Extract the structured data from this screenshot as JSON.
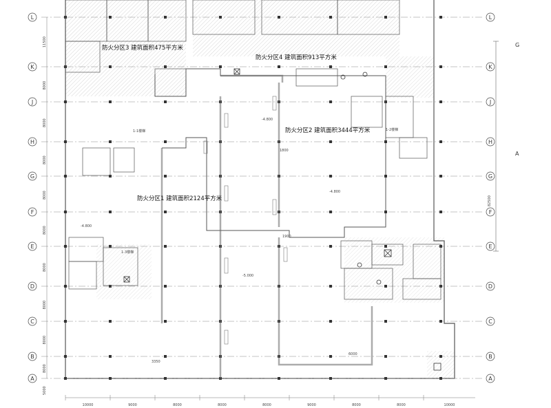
{
  "zones": [
    {
      "id": "zone-3",
      "label": "防火分区3  建筑面积475平方米"
    },
    {
      "id": "zone-4",
      "label": "防火分区4  建筑面积913平方米"
    },
    {
      "id": "zone-2",
      "label": "防火分区2  建筑面积3444平方米"
    },
    {
      "id": "zone-1",
      "label": "防火分区1  建筑面积2124平方米"
    }
  ],
  "row_axes": [
    "L",
    "K",
    "J",
    "H",
    "G",
    "F",
    "E",
    "D",
    "C",
    "B",
    "A"
  ],
  "row_spacings": [
    "11500",
    "8000",
    "8000",
    "8000",
    "8000",
    "8000",
    "8000",
    "8000",
    "8000",
    "8000",
    "5000"
  ],
  "right_total_dim": "82500",
  "column_spacings": [
    "10000",
    "9000",
    "8000",
    "8000",
    "8000",
    "9000",
    "8000",
    "8000",
    "10000"
  ],
  "right_side_marks": [
    "G",
    "A"
  ],
  "annotations": {
    "elev_a": "-4.800",
    "elev_b": "-4.800",
    "elev_c": "-4.800",
    "elev_d": "-5.000",
    "dim_1800": "1800",
    "dim_1900": "1900",
    "dim_3350": "3350",
    "dim_6000": "6000",
    "stair_1": "1-1楼梯",
    "stair_2": "1-2楼梯",
    "stair_3": "1-3楼梯"
  }
}
